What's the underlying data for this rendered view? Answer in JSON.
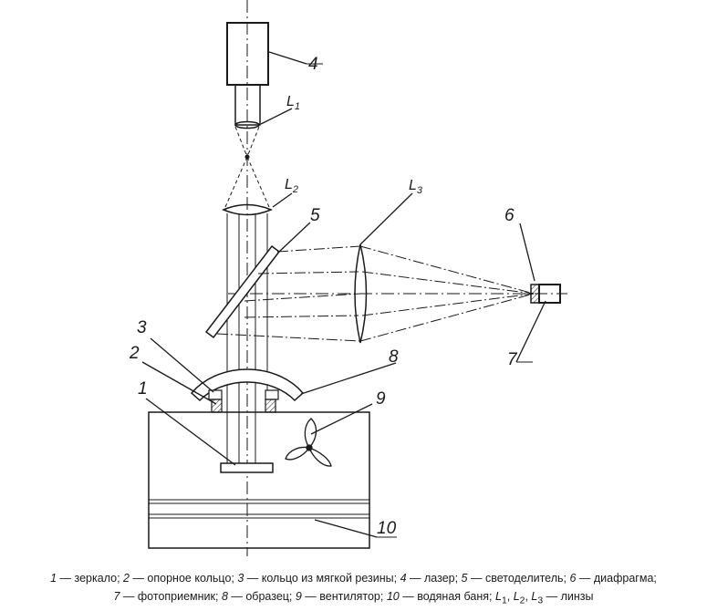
{
  "labels": {
    "l1": "1",
    "l2": "2",
    "l3": "3",
    "l4": "4",
    "l5": "5",
    "l6": "6",
    "l7": "7",
    "l8": "8",
    "l9": "9",
    "l10": "10",
    "lens1": {
      "letter": "L",
      "sub": "1"
    },
    "lens2": {
      "letter": "L",
      "sub": "2"
    },
    "lens3": {
      "letter": "L",
      "sub": "3"
    }
  },
  "caption": {
    "line1": [
      {
        "n": "1",
        "t": " — зеркало; "
      },
      {
        "n": "2",
        "t": " — опорное кольцо; "
      },
      {
        "n": "3",
        "t": " — кольцо из мягкой резины; "
      },
      {
        "n": "4",
        "t": " — лазер; "
      },
      {
        "n": "5",
        "t": " — светоделитель; "
      },
      {
        "n": "6",
        "t": " — диафрагма;"
      }
    ],
    "line2": [
      {
        "n": "7",
        "t": " — фотоприемник; "
      },
      {
        "n": "8",
        "t": " — образец; "
      },
      {
        "n": "9",
        "t": " — вентилятор; "
      },
      {
        "n": "10",
        "t": " — водяная баня; "
      }
    ],
    "lens_list": {
      "letter": "L",
      "subs": [
        "1",
        "2",
        "3"
      ],
      "tail": " — линзы"
    }
  },
  "colors": {
    "ink": "#1a1a1a",
    "background": "#ffffff"
  }
}
